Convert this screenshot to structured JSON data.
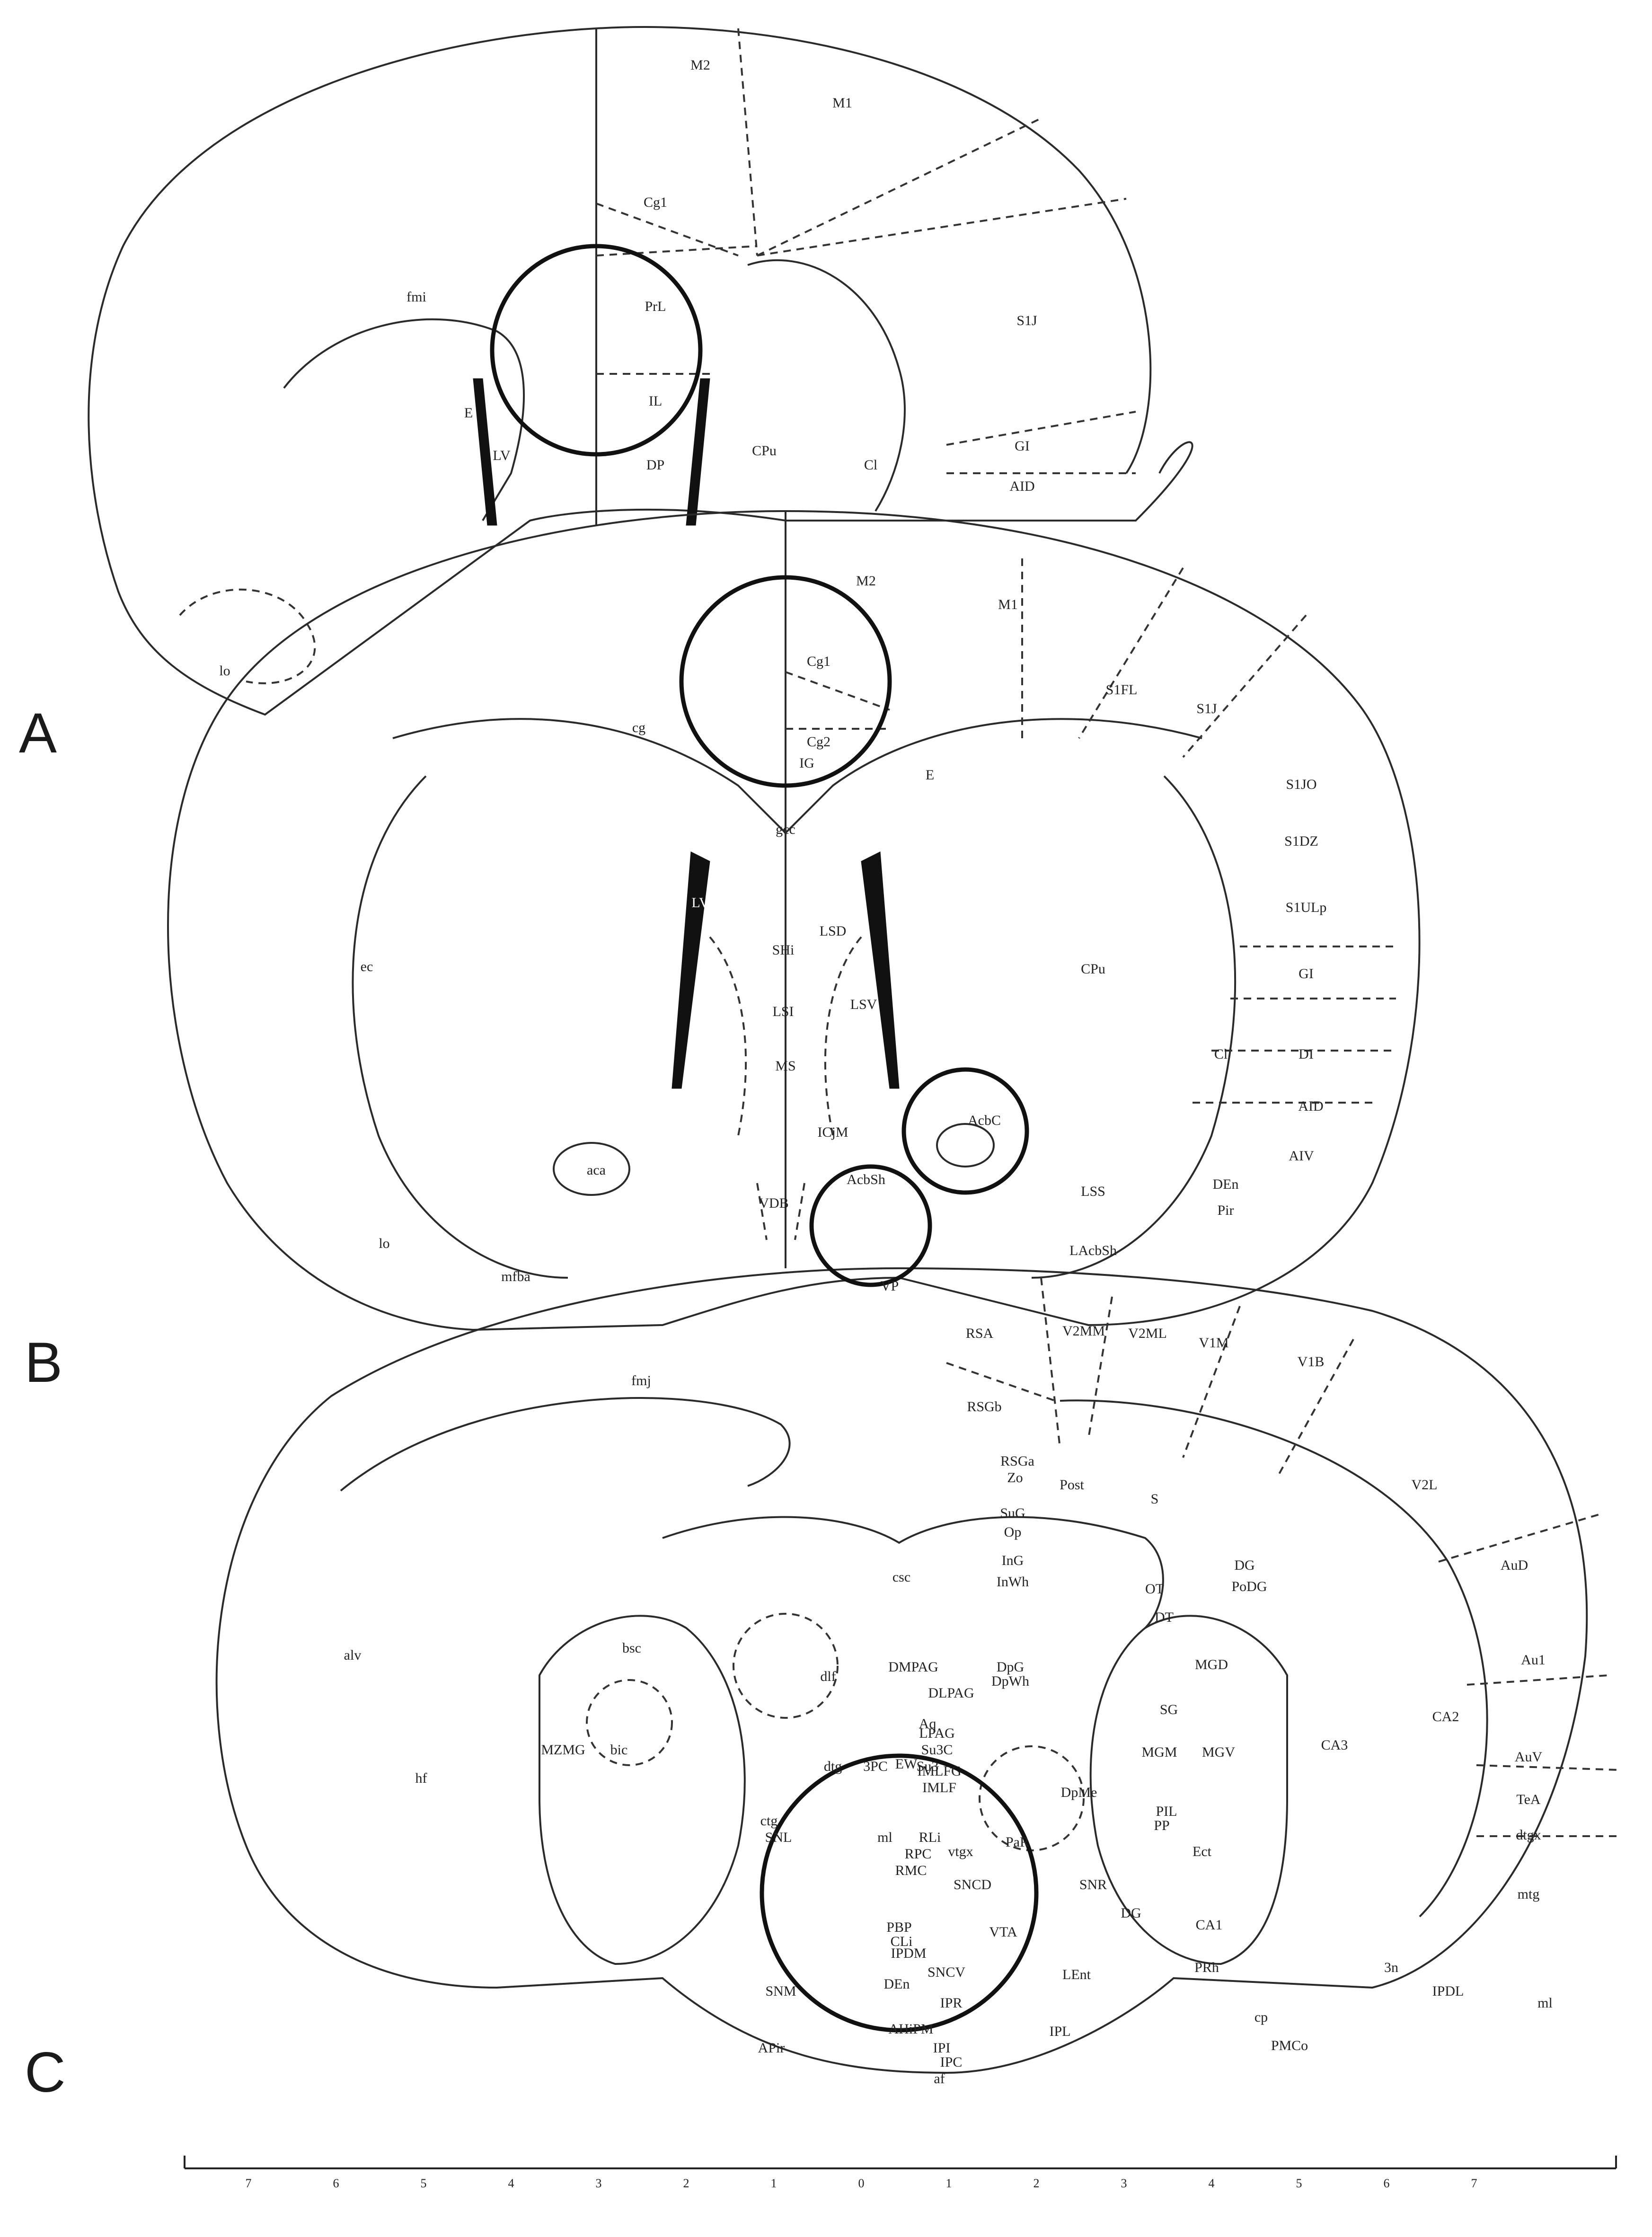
{
  "panels": [
    {
      "letter": "A"
    },
    {
      "letter": "B"
    },
    {
      "letter": "C"
    }
  ],
  "labels_A": [
    "M2",
    "M1",
    "Cg1",
    "PrL",
    "IL",
    "fmi",
    "E",
    "LV",
    "DP",
    "CPu",
    "S1J",
    "Cl",
    "GI",
    "AID",
    "lo"
  ],
  "labels_B": [
    "M2",
    "M1",
    "S1FL",
    "S1J",
    "Cg1",
    "Cg2",
    "cg",
    "IG",
    "E",
    "gcc",
    "S1JO",
    "S1DZ",
    "S1ULp",
    "LV",
    "LSD",
    "SHi",
    "CPu",
    "ec",
    "LSI",
    "LSV",
    "GI",
    "MS",
    "Cl",
    "DI",
    "AID",
    "ICjM",
    "AcbC",
    "AIV",
    "aca",
    "AcbSh",
    "DEn",
    "LSS",
    "VDB",
    "Pir",
    "lo",
    "LAcbSh",
    "mfba",
    "VP"
  ],
  "labels_C": [
    "RSA",
    "V2MM",
    "V2ML",
    "V1M",
    "V1B",
    "fmj",
    "RSGb",
    "V2L",
    "RSGa",
    "Zo",
    "Post",
    "S",
    "SuG",
    "Op",
    "DG",
    "AuD",
    "InG",
    "PoDG",
    "csc",
    "InWh",
    "OT",
    "DT",
    "alv",
    "bsc",
    "DMPAG",
    "dlf",
    "DpG",
    "DpWh",
    "Au1",
    "DLPAG",
    "MGD",
    "CA2",
    "Aq",
    "LPAG",
    "SG",
    "MZMG",
    "bic",
    "EW",
    "Su3C",
    "MGM",
    "MGV",
    "CA3",
    "AuV",
    "hf",
    "dtg",
    "3PC",
    "Su3",
    "IMLFG",
    "IMLF",
    "DpMe",
    "TeA",
    "PIL",
    "PP",
    "ctg",
    "ml",
    "RLi",
    "PaR",
    "SNL",
    "Ect",
    "dtgx",
    "RPC",
    "vtgx",
    "RMC",
    "SNCD",
    "SNR",
    "DG",
    "CA1",
    "PRh",
    "3n",
    "mtg",
    "PBP",
    "CLi",
    "VTA",
    "IPDM",
    "SNCV",
    "DEn",
    "LEnt",
    "IPDL",
    "ml",
    "IPR",
    "SNM",
    "AHiPM",
    "IPL",
    "cp",
    "IPI",
    "APir",
    "IPC",
    "PMCo",
    "af"
  ],
  "scale_bar": {
    "ticks": [
      "7",
      "6",
      "5",
      "4",
      "3",
      "2",
      "1",
      "0",
      "1",
      "2",
      "3",
      "4",
      "5",
      "6",
      "7"
    ]
  }
}
